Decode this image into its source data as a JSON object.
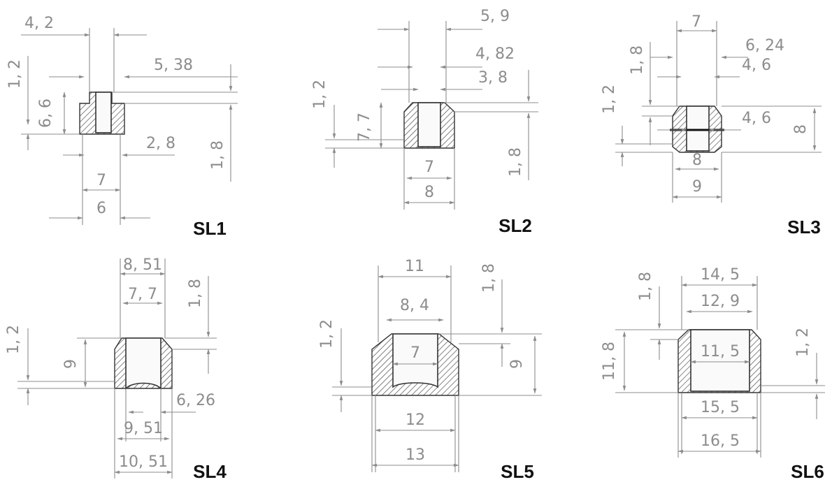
{
  "parts": [
    {
      "id": "SL1",
      "label": "SL1",
      "dims": [
        "4, 2",
        "5, 38",
        "1, 2",
        "6, 6",
        "2, 8",
        "1, 8",
        "7",
        "6"
      ]
    },
    {
      "id": "SL2",
      "label": "SL2",
      "dims": [
        "5, 9",
        "4, 82",
        "3, 8",
        "1, 2",
        "7, 7",
        "7",
        "8",
        "1, 8"
      ]
    },
    {
      "id": "SL3",
      "label": "SL3",
      "dims": [
        "7",
        "6, 24",
        "4, 6",
        "1, 8",
        "1, 2",
        "4, 6",
        "8",
        "8",
        "9"
      ]
    },
    {
      "id": "SL4",
      "label": "SL4",
      "dims": [
        "8, 51",
        "7, 7",
        "1, 8",
        "1, 2",
        "9",
        "6, 26",
        "9, 51",
        "10, 51"
      ]
    },
    {
      "id": "SL5",
      "label": "SL5",
      "dims": [
        "11",
        "8, 4",
        "1, 8",
        "1, 2",
        "7",
        "9",
        "12",
        "13"
      ]
    },
    {
      "id": "SL6",
      "label": "SL6",
      "dims": [
        "14, 5",
        "12, 9",
        "1, 8",
        "11, 8",
        "11, 5",
        "1, 2",
        "15, 5",
        "16, 5"
      ]
    }
  ]
}
